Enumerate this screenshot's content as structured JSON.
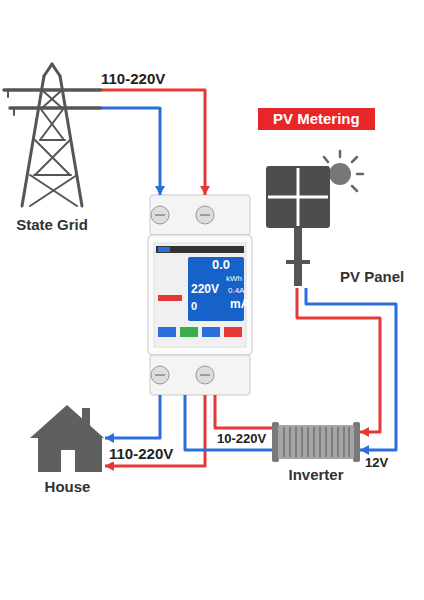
{
  "diagram": {
    "nodes": [
      {
        "text": [
          "State Grid"
        ]
      },
      {
        "text": [
          "PV Metering"
        ]
      },
      {
        "text": [
          "0.0",
          "kWh",
          "220V",
          "0.4A",
          "0",
          "mA"
        ]
      },
      {
        "text": [
          "PV Panel"
        ]
      },
      {
        "text": [
          "House"
        ]
      },
      {
        "text": [
          "Inverter"
        ]
      }
    ],
    "edges": [
      {
        "from": 0,
        "to": 2,
        "arrow": "to",
        "label": "110-220V"
      },
      {
        "from": 2,
        "to": 4,
        "arrow": "to",
        "label": "110-220V"
      },
      {
        "from": 5,
        "to": 2,
        "arrow": "none",
        "label": "10-220V"
      },
      {
        "from": 3,
        "to": 5,
        "arrow": "to",
        "label": "12V"
      }
    ]
  }
}
